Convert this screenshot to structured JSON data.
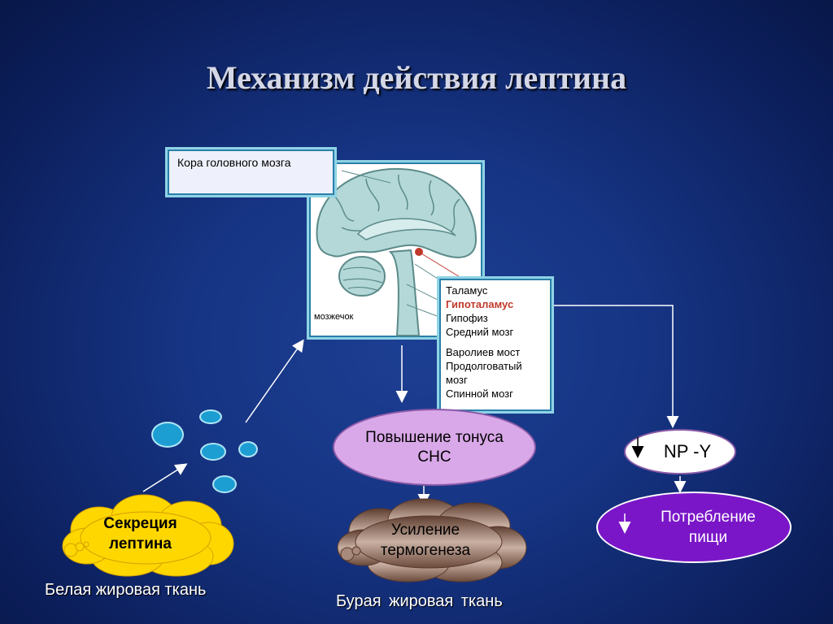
{
  "title": "Механизм действия лептина",
  "brain_panel": {
    "cortex_label": "Кора головного мозга",
    "cerebellum_label": "мозжечок",
    "structures": [
      {
        "label": "Таламус",
        "highlight": false
      },
      {
        "label": "Гипоталамус",
        "highlight": true
      },
      {
        "label": "Гипофиз",
        "highlight": false
      },
      {
        "label": "Средний мозг",
        "highlight": false
      },
      {
        "label": "Варолиев мост",
        "highlight": false
      },
      {
        "label": "Продолговатый мозг",
        "highlight": false
      },
      {
        "label": "Спинной мозг",
        "highlight": false
      }
    ]
  },
  "nodes": {
    "leptin_secretion": "Секреция лептина",
    "white_fat": "Белая жировая ткань",
    "sns_tone": "Повышение тонуса СНС",
    "thermogenesis": "Усиление термогенеза",
    "brown_fat": "Бурая жировая ткань",
    "npy": "NP -Y",
    "food_intake": "Потребление пищи"
  },
  "colors": {
    "background": "#163483",
    "cloud_yellow": "#ffd700",
    "cloud_brown": "#8a6a5a",
    "sns_ellipse": "#d9a8e8",
    "food_ellipse": "#7a16c8",
    "hypothalamus_text": "#c0392b",
    "bubble_blue": "#1c9ed3"
  }
}
